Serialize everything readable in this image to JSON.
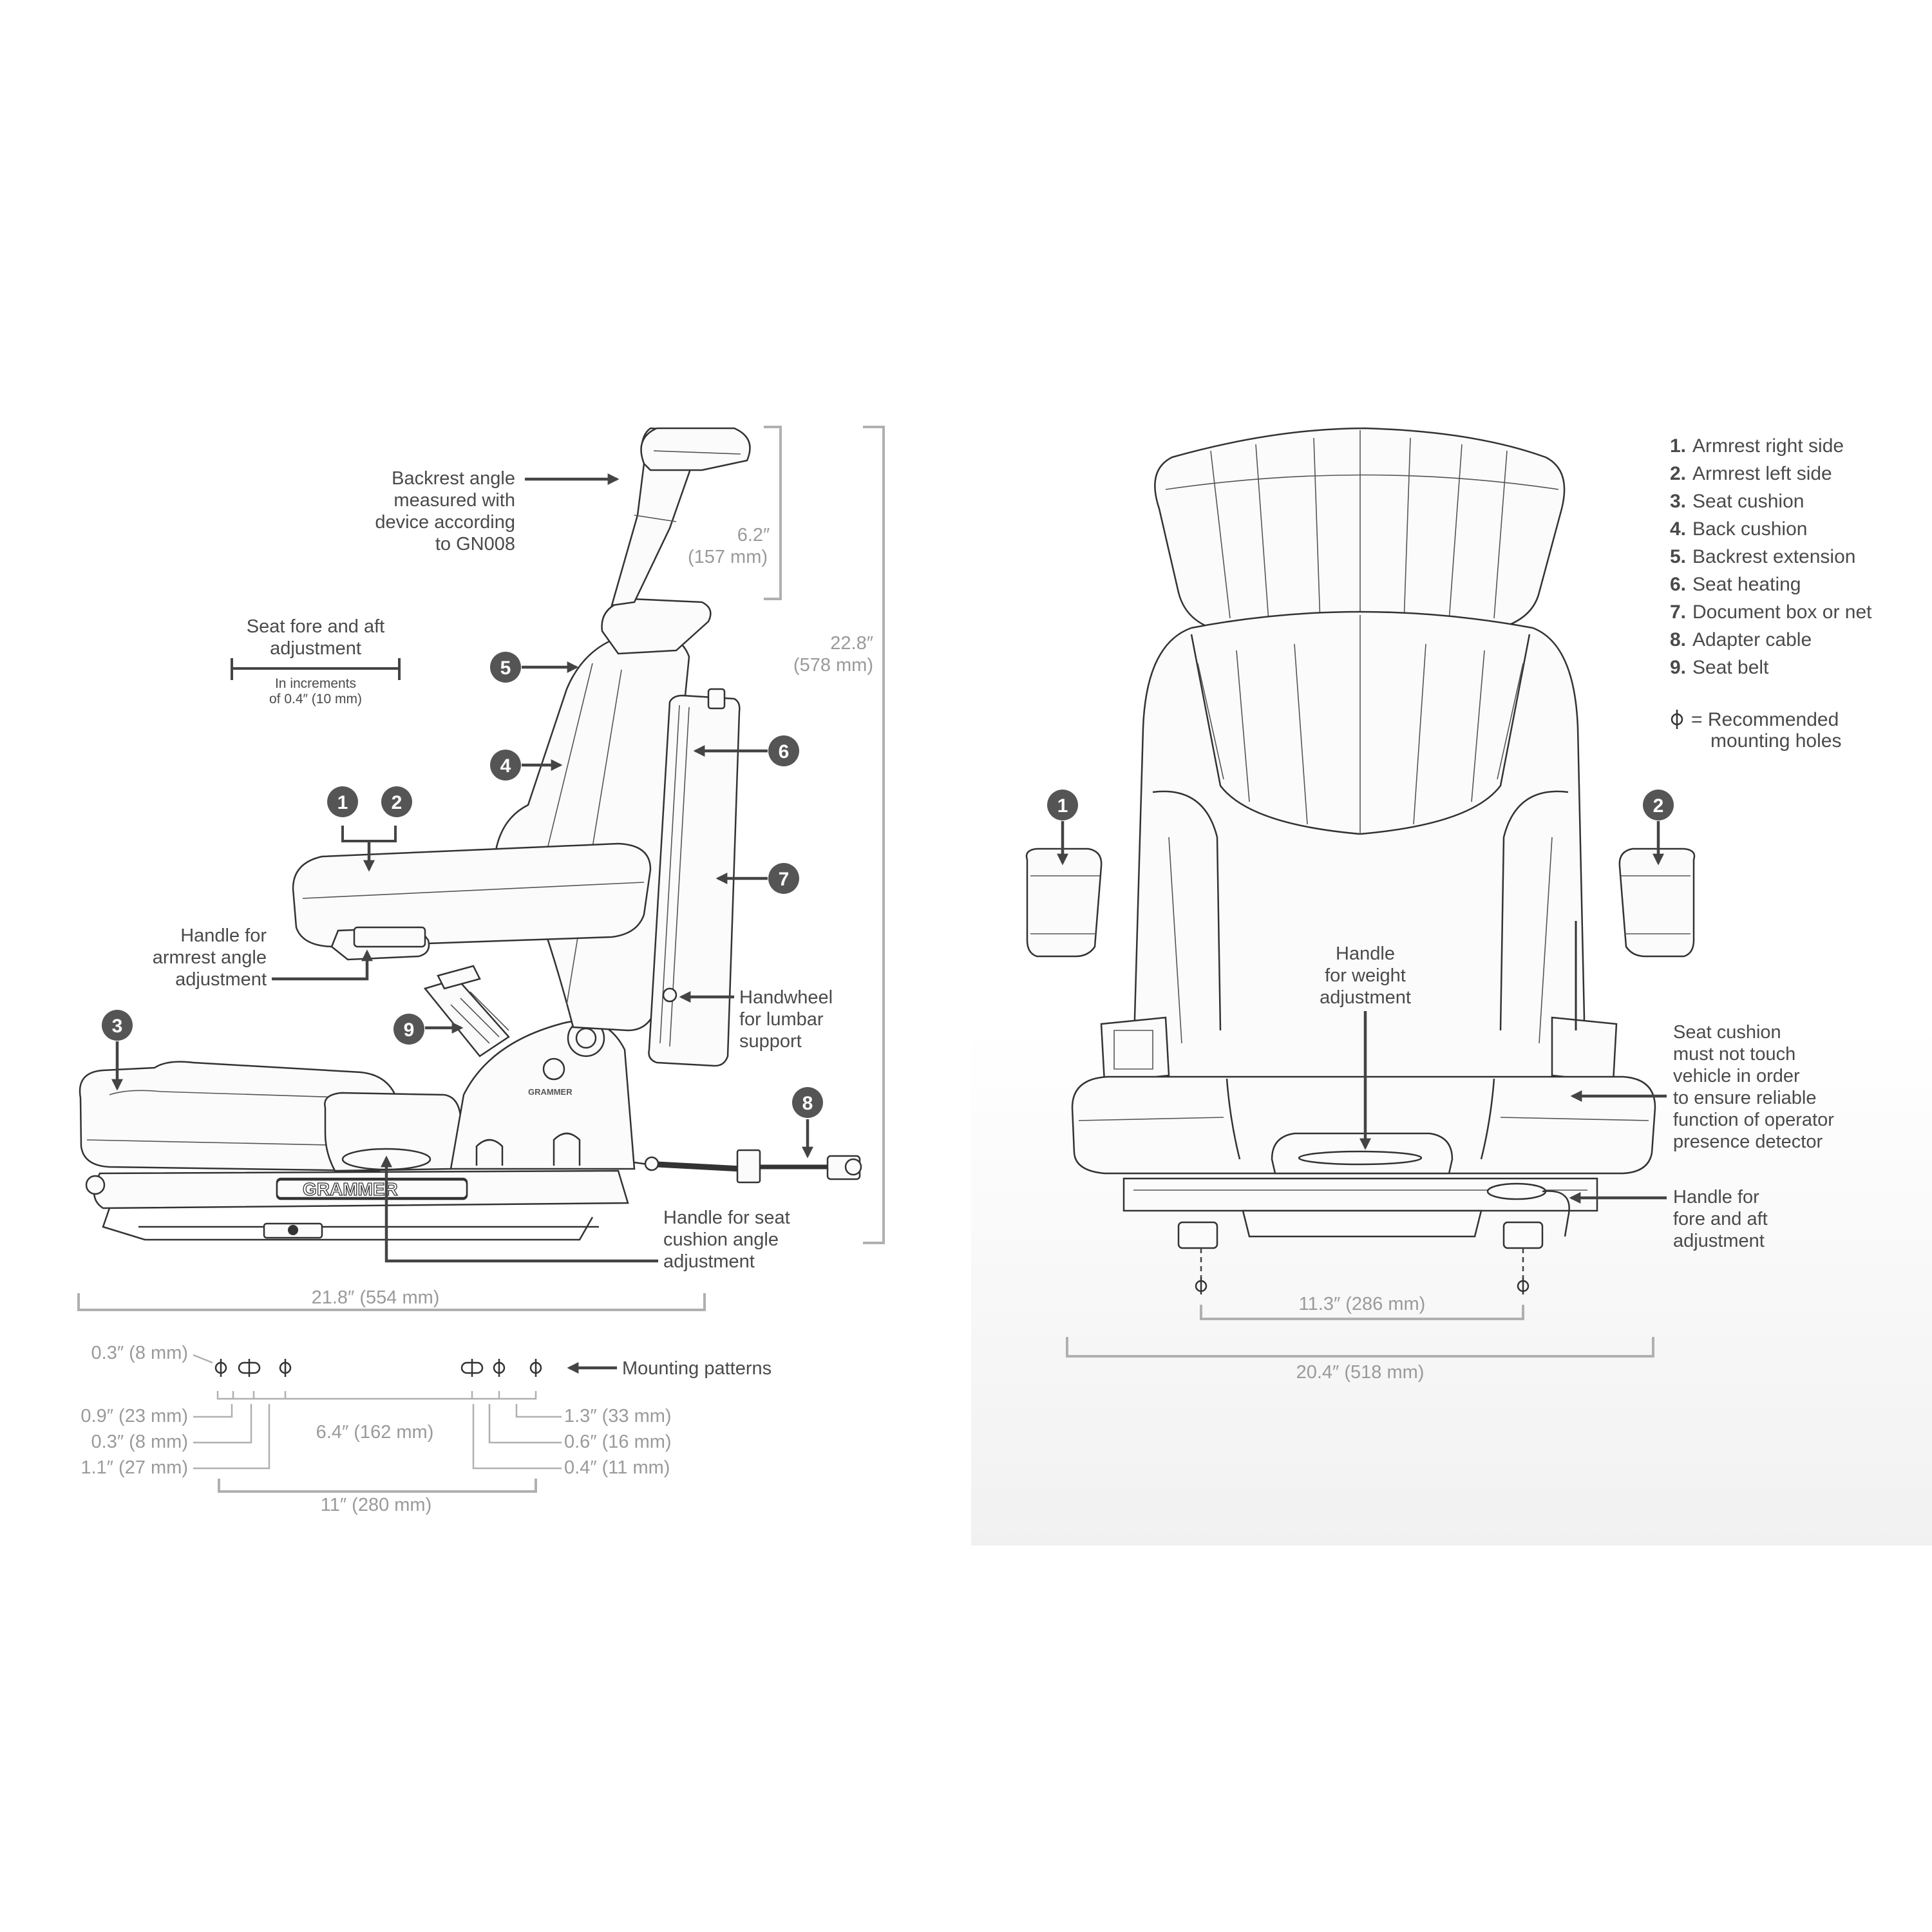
{
  "side_view": {
    "backrest_angle": [
      "Backrest angle",
      "measured with",
      "device according",
      "to GN008"
    ],
    "fore_aft": [
      "Seat fore and aft",
      "adjustment"
    ],
    "increments": [
      "In increments",
      "of 0.4″ (10 mm)"
    ],
    "armrest_handle": [
      "Handle for",
      "armrest angle",
      "adjustment"
    ],
    "lumbar": [
      "Handwheel",
      "for lumbar",
      "support"
    ],
    "cushion_angle": [
      "Handle for seat",
      "cushion angle",
      "adjustment"
    ],
    "dim_extension": [
      "6.2″",
      "(157 mm)"
    ],
    "dim_height": [
      "22.8″",
      "(578 mm)"
    ],
    "dim_depth": "21.8″ (554 mm)",
    "brand": "GRAMMER",
    "markers": [
      "1",
      "2",
      "3",
      "4",
      "5",
      "6",
      "7",
      "8",
      "9"
    ]
  },
  "mounting": {
    "label": "Mounting patterns",
    "left_dims": [
      "0.3″ (8 mm)",
      "0.9″ (23 mm)",
      "0.3″ (8 mm)",
      "1.1″ (27 mm)"
    ],
    "center_dim": "6.4″ (162 mm)",
    "right_dims": [
      "1.3″ (33 mm)",
      "0.6″ (16 mm)",
      "0.4″ (11 mm)"
    ],
    "total_dim": "11″ (280 mm)"
  },
  "front_view": {
    "weight_handle": [
      "Handle",
      "for weight",
      "adjustment"
    ],
    "cushion_note": [
      "Seat cushion",
      "must not touch",
      "vehicle in order",
      "to ensure reliable",
      "function of operator",
      "presence detector"
    ],
    "fore_aft_handle": [
      "Handle for",
      "fore and aft",
      "adjustment"
    ],
    "dim_holes": "11.3″ (286 mm)",
    "dim_width": "20.4″ (518 mm)",
    "markers": [
      "1",
      "2"
    ]
  },
  "legend": {
    "items": [
      {
        "n": "1.",
        "label": "Armrest right side"
      },
      {
        "n": "2.",
        "label": "Armrest left side"
      },
      {
        "n": "3.",
        "label": "Seat cushion"
      },
      {
        "n": "4.",
        "label": "Back cushion"
      },
      {
        "n": "5.",
        "label": "Backrest extension"
      },
      {
        "n": "6.",
        "label": "Seat heating"
      },
      {
        "n": "7.",
        "label": "Document box or net"
      },
      {
        "n": "8.",
        "label": "Adapter cable"
      },
      {
        "n": "9.",
        "label": "Seat belt"
      }
    ],
    "holes": [
      "= Recommended",
      "mounting holes"
    ]
  }
}
